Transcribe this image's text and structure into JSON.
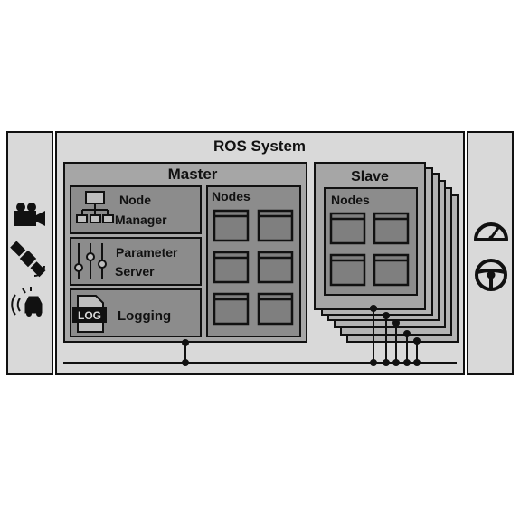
{
  "system": {
    "title": "ROS System"
  },
  "master": {
    "title": "Master",
    "node_manager": {
      "line1": "Node",
      "line2": "Manager"
    },
    "parameter_server": {
      "line1": "Parameter",
      "line2": "Server"
    },
    "logging": {
      "label": "Logging",
      "icon_text": "LOG"
    },
    "nodes_title": "Nodes"
  },
  "slave": {
    "title": "Slave",
    "nodes_title": "Nodes"
  },
  "left_panel": {
    "icons": [
      "video-camera-icon",
      "satellite-icon",
      "car-sensor-icon"
    ]
  },
  "right_panel": {
    "icons": [
      "speedometer-icon",
      "steering-wheel-icon"
    ]
  },
  "colors": {
    "outer": "#d9d9d9",
    "box": "#a6a6a6",
    "inner": "#8c8c8c",
    "window": "#7f7f7f",
    "stroke": "#111111"
  }
}
